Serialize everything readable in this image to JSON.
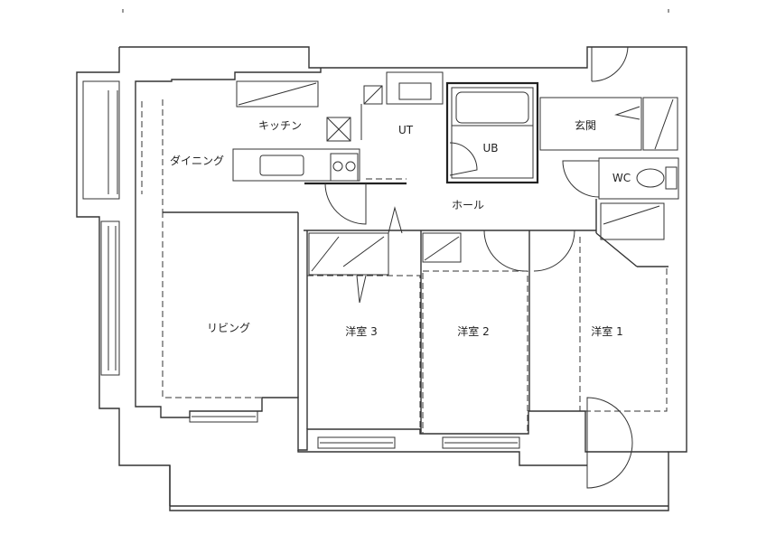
{
  "floor_plan": {
    "rooms": {
      "kitchen": "キッチン",
      "utility": "UT",
      "unit_bath": "UB",
      "entrance": "玄関",
      "toilet": "WC",
      "dining": "ダイニング",
      "hall": "ホール",
      "living": "リビング",
      "bedroom3": "洋室 3",
      "bedroom2": "洋室 2",
      "bedroom1": "洋室 1"
    }
  }
}
